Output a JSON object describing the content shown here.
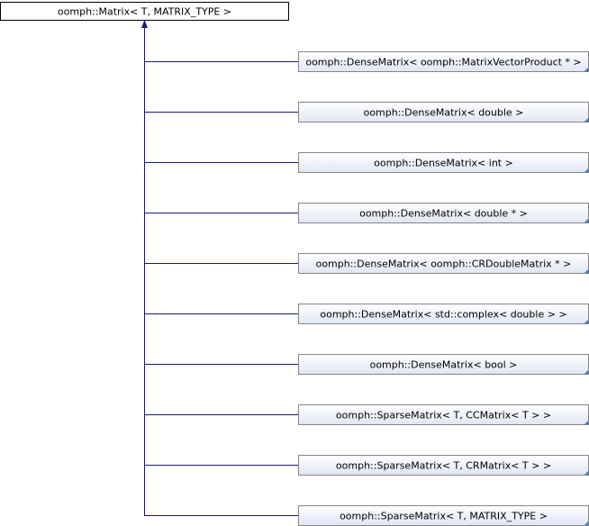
{
  "diagram": {
    "base_class": "oomph::Matrix< T, MATRIX_TYPE >",
    "derived_classes": [
      "oomph::DenseMatrix< oomph::MatrixVectorProduct * >",
      "oomph::DenseMatrix< double >",
      "oomph::DenseMatrix< int >",
      "oomph::DenseMatrix< double * >",
      "oomph::DenseMatrix< oomph::CRDoubleMatrix * >",
      "oomph::DenseMatrix< std::complex< double > >",
      "oomph::DenseMatrix< bool >",
      "oomph::SparseMatrix< T, CCMatrix< T > >",
      "oomph::SparseMatrix< T, CRMatrix< T > >",
      "oomph::SparseMatrix< T, MATRIX_TYPE >"
    ],
    "colors": {
      "edge": "#191970",
      "box_border": "#868686",
      "box_fill_top": "#ffffff",
      "box_fill_bottom": "#e0e6f4",
      "corner_marker": "#4a7bbf",
      "base_border": "#000000",
      "base_fill": "#ffffff"
    }
  }
}
